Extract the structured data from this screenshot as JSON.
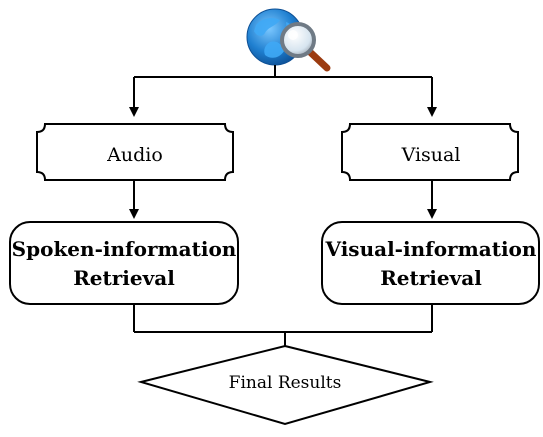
{
  "diagram": {
    "icon": "globe-search-icon",
    "audio_label": "Audio",
    "visual_label": "Visual",
    "spoken_title_line1": "Spoken-information",
    "spoken_title_line2": "Retrieval",
    "visual_title_line1": "Visual-information",
    "visual_title_line2": "Retrieval",
    "final_label": "Final Results",
    "colors": {
      "line": "#000000",
      "globe_blue": "#1f7fd0",
      "globe_land": "#3fa9f5",
      "lens_gray": "#9aa3ad",
      "handle_brown": "#9b3b10"
    }
  }
}
